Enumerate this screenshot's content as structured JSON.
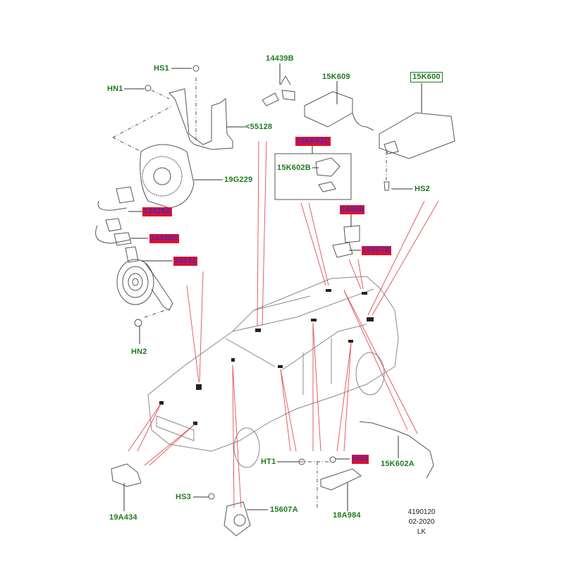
{
  "diagram": {
    "title": "Parts diagram: vehicle security / alarm sounder, horn, roof modules",
    "colors": {
      "label_text": "#1e7a1e",
      "highlight_bg": "#e0102a",
      "highlight_text": "#3a2cc8",
      "leader_red": "#e05050",
      "line_art": "#555555"
    },
    "labels": {
      "hs1": "HS1",
      "hn1": "HN1",
      "p55128": "<55128",
      "p19g229": "19G229",
      "p14439a": "14439A",
      "p14439c": "14439C",
      "p13832": "13832",
      "hn2": "HN2",
      "p14439b": "14439B",
      "p15k609": "15K609",
      "p15k600": "15K600",
      "p15k602c": "15K602C",
      "p15k602b": "15K602B",
      "hs2": "HS2",
      "p6a956": "6A956",
      "p15607b": "15607B",
      "ht1": "HT1",
      "hs4": "HS4",
      "p15k602a": "15K602A",
      "hs3": "HS3",
      "p15607a": "15607A",
      "p19a434": "19A434",
      "p18a984": "18A984"
    },
    "footer": {
      "illustration_number": "4190120",
      "date": "02-2020",
      "author": "LK"
    }
  }
}
